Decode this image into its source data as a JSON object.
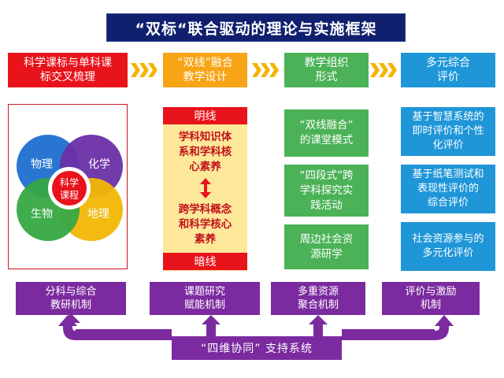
{
  "title": "“双标“联合驱动的理论与实施框架",
  "colors": {
    "red": "#e8131b",
    "orange": "#f7a417",
    "green": "#4bb257",
    "blue": "#1f96d8",
    "purple": "#7b2b9f",
    "navy": "#10206e",
    "yellow": "#fde89a"
  },
  "headers": {
    "h1": [
      "科学课标与单科课",
      "标交叉梳理"
    ],
    "h2": [
      "“双线”融合",
      "教学设计"
    ],
    "h3": [
      "教学组织",
      "形式"
    ],
    "h4": [
      "多元综合",
      "评价"
    ]
  },
  "venn": {
    "physics": "物理",
    "chemistry": "化学",
    "biology": "生物",
    "geography": "地理",
    "center": [
      "科学",
      "课程"
    ]
  },
  "design": {
    "ming": "明线",
    "an": "暗线",
    "ming_text": [
      "学科知识体",
      "系和学科核",
      "心素养"
    ],
    "an_text": [
      "跨学科概念",
      "和科学核心",
      "素养"
    ]
  },
  "organization": [
    [
      "“双线融合”",
      "的课堂模式"
    ],
    [
      "“四段式”跨",
      "学科探究实",
      "践活动"
    ],
    [
      "周边社会资",
      "源研学"
    ]
  ],
  "evaluation": [
    [
      "基于智慧系统的",
      "即时评价和个性",
      "化评价"
    ],
    [
      "基于纸笔测试和",
      "表现性评价的",
      "综合评价"
    ],
    [
      "社会资源参与的",
      "多元化评价"
    ]
  ],
  "mechanisms": [
    [
      "分科与综合",
      "教研机制"
    ],
    [
      "课题研究",
      "赋能机制"
    ],
    [
      "多重资源",
      "聚合机制"
    ],
    [
      "评价与激励",
      "机制"
    ]
  ],
  "support": "“四维协同” 支持系统"
}
